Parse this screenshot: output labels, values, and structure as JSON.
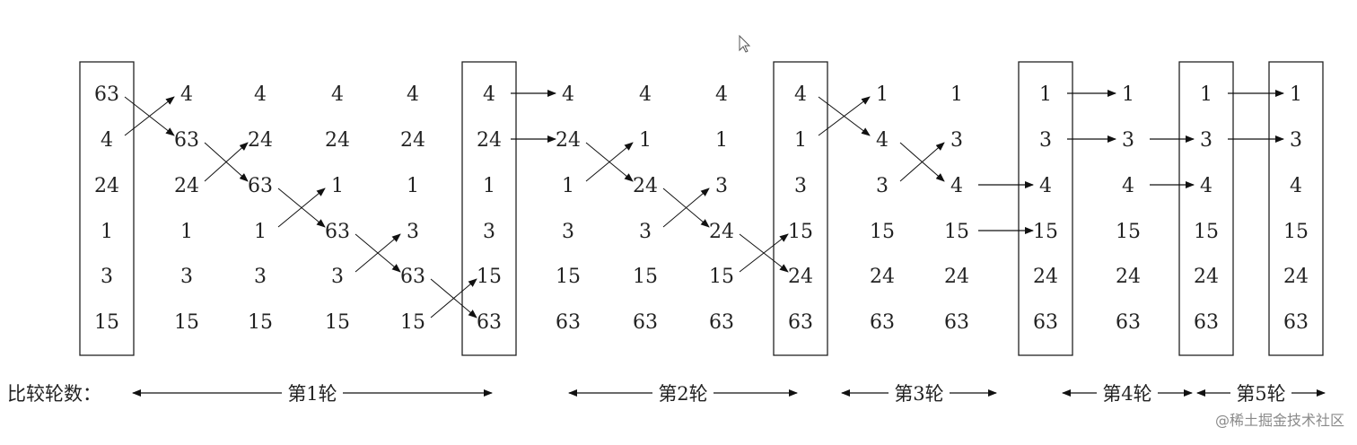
{
  "columns": [
    {
      "values": [
        "63",
        "4",
        "24",
        "1",
        "3",
        "15"
      ],
      "boxed": true
    },
    {
      "values": [
        "4",
        "63",
        "24",
        "1",
        "3",
        "15"
      ],
      "boxed": false
    },
    {
      "values": [
        "4",
        "24",
        "63",
        "1",
        "3",
        "15"
      ],
      "boxed": false
    },
    {
      "values": [
        "4",
        "24",
        "1",
        "63",
        "3",
        "15"
      ],
      "boxed": false
    },
    {
      "values": [
        "4",
        "24",
        "1",
        "3",
        "63",
        "15"
      ],
      "boxed": false
    },
    {
      "values": [
        "4",
        "24",
        "1",
        "3",
        "15",
        "63"
      ],
      "boxed": true
    },
    {
      "values": [
        "4",
        "24",
        "1",
        "3",
        "15",
        "63"
      ],
      "boxed": false
    },
    {
      "values": [
        "4",
        "1",
        "24",
        "3",
        "15",
        "63"
      ],
      "boxed": false
    },
    {
      "values": [
        "4",
        "1",
        "3",
        "24",
        "15",
        "63"
      ],
      "boxed": false
    },
    {
      "values": [
        "4",
        "1",
        "3",
        "15",
        "24",
        "63"
      ],
      "boxed": true
    },
    {
      "values": [
        "1",
        "4",
        "3",
        "15",
        "24",
        "63"
      ],
      "boxed": false
    },
    {
      "values": [
        "1",
        "3",
        "4",
        "15",
        "24",
        "63"
      ],
      "boxed": false
    },
    {
      "values": [
        "1",
        "3",
        "4",
        "15",
        "24",
        "63"
      ],
      "boxed": true
    },
    {
      "values": [
        "1",
        "3",
        "4",
        "15",
        "24",
        "63"
      ],
      "boxed": false
    },
    {
      "values": [
        "1",
        "3",
        "4",
        "15",
        "24",
        "63"
      ],
      "boxed": true
    },
    {
      "values": [
        "1",
        "3",
        "4",
        "15",
        "24",
        "63"
      ],
      "boxed": true
    }
  ],
  "swaps": [
    {
      "from": 0,
      "row": 0
    },
    {
      "from": 1,
      "row": 1
    },
    {
      "from": 2,
      "row": 2
    },
    {
      "from": 3,
      "row": 3
    },
    {
      "from": 4,
      "row": 4
    },
    {
      "from": 6,
      "row": 1
    },
    {
      "from": 7,
      "row": 2
    },
    {
      "from": 8,
      "row": 3
    },
    {
      "from": 9,
      "row": 0
    },
    {
      "from": 10,
      "row": 1
    }
  ],
  "moves": [
    {
      "from": 5,
      "row": 0
    },
    {
      "from": 5,
      "row": 1
    },
    {
      "from": 11,
      "row": 2
    },
    {
      "from": 11,
      "row": 3
    },
    {
      "from": 12,
      "row": 0
    },
    {
      "from": 12,
      "row": 1
    },
    {
      "from": 13,
      "row": 1
    },
    {
      "from": 13,
      "row": 2
    },
    {
      "from": 14,
      "row": 0
    },
    {
      "from": 14,
      "row": 1
    }
  ],
  "round_label_prefix": "比较轮数：",
  "rounds": [
    {
      "label": "第1轮"
    },
    {
      "label": "第2轮"
    },
    {
      "label": "第3轮"
    },
    {
      "label": "第4轮"
    },
    {
      "label": "第5轮"
    }
  ],
  "watermark": "@稀土掘金技术社区"
}
